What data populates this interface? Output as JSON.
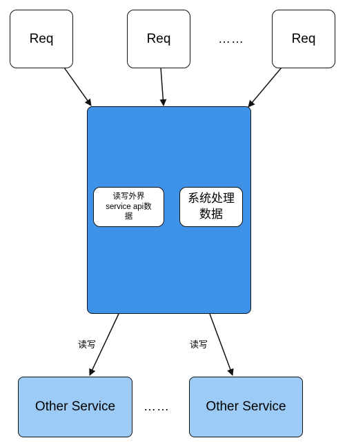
{
  "requests": [
    {
      "label": "Req"
    },
    {
      "label": "Req"
    },
    {
      "label": "Req"
    }
  ],
  "request_ellipsis": "……",
  "center": {
    "left_box": {
      "line1": "读写外界",
      "line2": "service api数",
      "line3": "据"
    },
    "right_box": {
      "line1": "系统处理",
      "line2": "数据"
    }
  },
  "edge_labels": {
    "left": "读写",
    "right": "读写"
  },
  "services": [
    {
      "label": "Other Service"
    },
    {
      "label": "Other Service"
    }
  ],
  "service_ellipsis": "……",
  "colors": {
    "center_fill": "#3e92e8",
    "service_fill": "#9ccbf5",
    "stroke": "#111111"
  }
}
